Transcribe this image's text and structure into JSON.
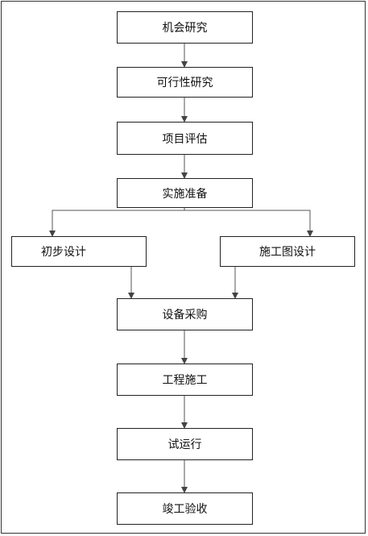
{
  "flowchart": {
    "steps": {
      "opportunity_study": "机会研究",
      "feasibility_study": "可行性研究",
      "project_evaluation": "项目评估",
      "implementation_prep": "实施准备",
      "preliminary_design": "初步设计",
      "construction_drawing_design": "施工图设计",
      "equipment_procurement": "设备采购",
      "engineering_construction": "工程施工",
      "trial_operation": "试运行",
      "completion_acceptance": "竣工验收"
    }
  }
}
